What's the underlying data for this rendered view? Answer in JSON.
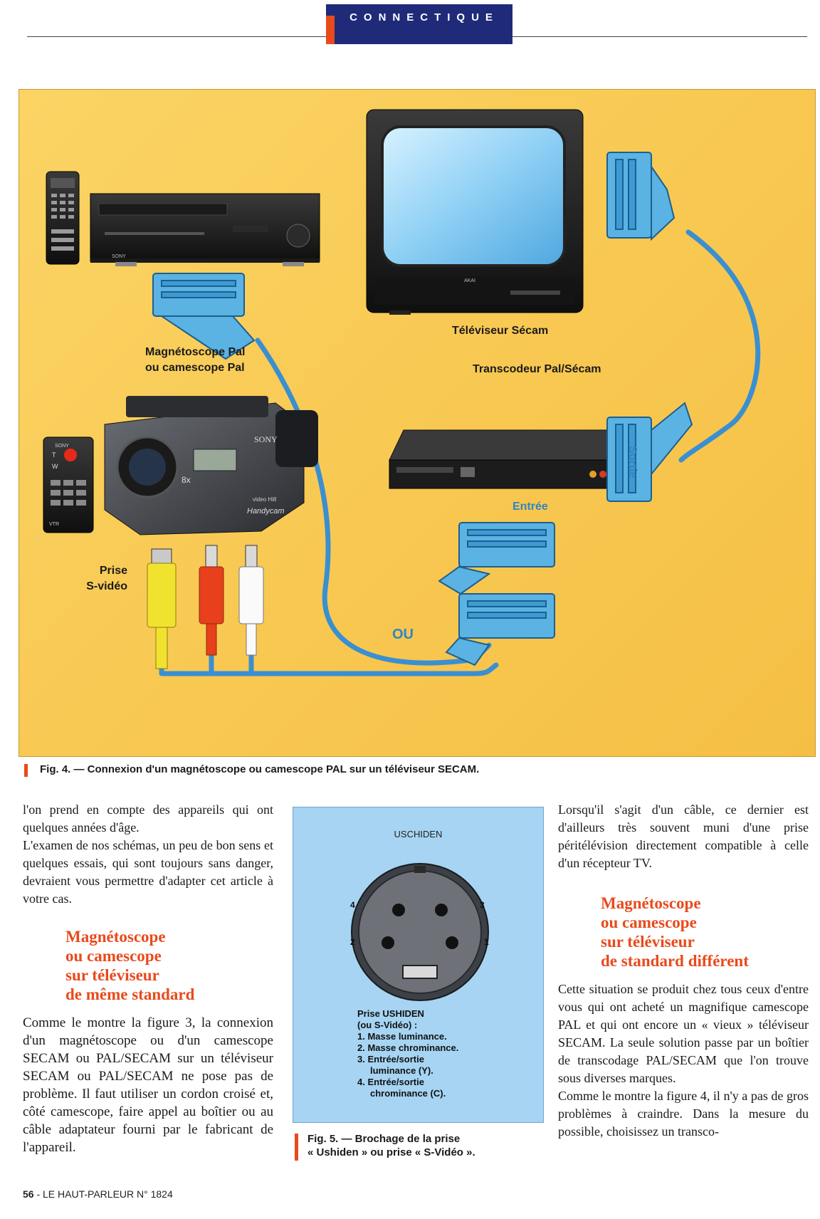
{
  "header": {
    "section": "CONNECTIQUE",
    "accent_color": "#e84a1c",
    "box_color": "#1f2a78"
  },
  "figure4": {
    "labels": {
      "tv": "Téléviseur Sécam",
      "source_line1": "Magnétoscope Pal",
      "source_line2": "ou camescope Pal",
      "transcoder": "Transcodeur Pal/Sécam",
      "output": "Sortie",
      "input": "Entrée",
      "svideo_line1": "Prise",
      "svideo_line2": "S-vidéo",
      "or": "OU"
    },
    "device_marks": {
      "vcr_brand": "SONY",
      "tv_brand": "AKAI",
      "camcorder_brand": "SONY",
      "camcorder_model": "Handycam",
      "camcorder_badge": "video Hi8",
      "zoom": "8x",
      "remote_brand": "SONY",
      "remote_t": "T",
      "remote_w": "W",
      "remote_vtr": "VTR"
    },
    "colors": {
      "background": "#f8c851",
      "cable": "#3a8fd1",
      "connector": "#5ab3e2"
    },
    "caption": "Fig. 4. — Connexion d'un magnétoscope ou camescope PAL sur un téléviseur SECAM."
  },
  "column1": {
    "para1": "l'on prend en compte des appareils qui ont quelques années d'âge.",
    "para2": "L'examen de nos schémas, un peu de bon sens et quelques essais, qui sont toujours sans danger, devraient vous permettre d'adapter cet article à votre cas.",
    "heading": [
      "Magnétoscope",
      "ou camescope",
      "sur téléviseur",
      "de même standard"
    ],
    "para3": "Comme le montre la figure 3, la connexion d'un magnétoscope ou d'un camescope SECAM ou PAL/SECAM sur un téléviseur SECAM ou PAL/SECAM ne pose pas de problème. Il faut utiliser un cordon croisé et, côté camescope, faire appel au boîtier ou au câble adaptateur fourni par le fabricant de l'appareil."
  },
  "figure5": {
    "title": "USCHIDEN",
    "pins": [
      "4",
      "3",
      "2",
      "1"
    ],
    "legend_title": "Prise USHIDEN",
    "legend_subtitle": "(ou S-Vidéo) :",
    "legend_items": [
      "1. Masse luminance.",
      "2. Masse chrominance.",
      "3. Entrée/sortie luminance (Y).",
      "4. Entrée/sortie chrominance (C)."
    ],
    "caption_line1": "Fig. 5. — Brochage de la prise",
    "caption_line2": "« Ushiden » ou prise « S-Vidéo »."
  },
  "column3": {
    "para1": "Lorsqu'il s'agit d'un câble, ce dernier est d'ailleurs très souvent muni d'une prise péritélévision directement compatible à celle d'un récepteur TV.",
    "heading": [
      "Magnétoscope",
      "ou camescope",
      "sur téléviseur",
      "de standard différent"
    ],
    "para2": "Cette situation se produit chez tous ceux d'entre vous qui ont acheté un magnifique camescope PAL et qui ont encore un « vieux » téléviseur SECAM. La seule solution passe par un boîtier de transcodage PAL/SECAM que l'on trouve sous diverses marques.",
    "para3": "Comme le montre la figure 4, il n'y a pas de gros problèmes à craindre. Dans la mesure du possible, choisissez un transco-"
  },
  "footer": {
    "page": "56",
    "text": "- LE HAUT-PARLEUR N° 1824"
  }
}
